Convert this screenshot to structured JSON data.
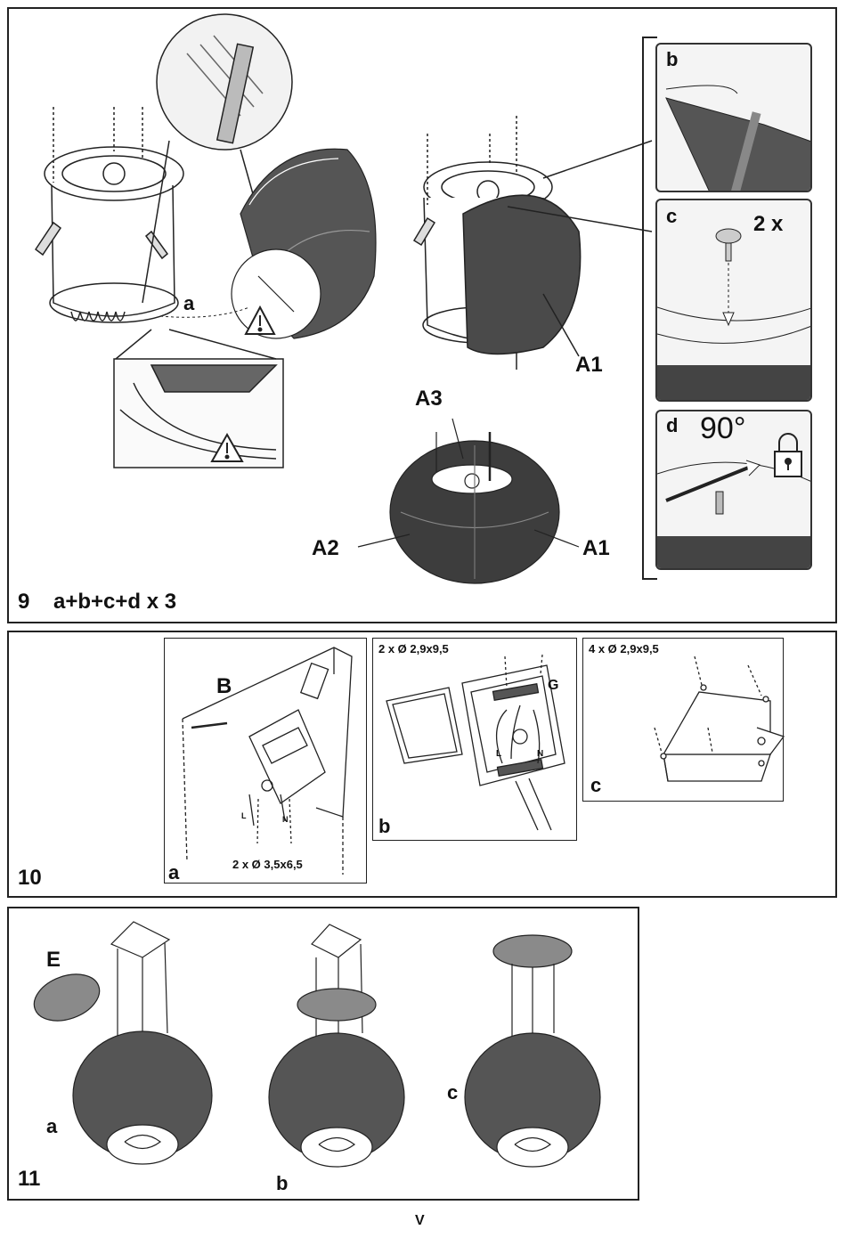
{
  "fig9": {
    "step_number": "9",
    "sequence": "a+b+c+d x 3",
    "label_a": "a",
    "label_b": "b",
    "label_c": "c",
    "label_d": "d",
    "count_c": "2 x",
    "angle_d": "90°",
    "A1_top": "A1",
    "A1_bottom": "A1",
    "A2": "A2",
    "A3": "A3",
    "warning_icon": "warning-triangle-icon",
    "lock_icon": "padlock-icon"
  },
  "fig10": {
    "step_number": "10",
    "panel_a": {
      "label": "a",
      "part": "B",
      "screws": "2 x Ø 3,5x6,5",
      "wire_L": "L",
      "wire_N": "N"
    },
    "panel_b": {
      "label": "b",
      "screws": "2 x Ø 2,9x9,5",
      "part": "G",
      "wire_L": "L",
      "wire_N": "N"
    },
    "panel_c": {
      "label": "c",
      "screws": "4 x Ø 2,9x9,5"
    }
  },
  "fig11": {
    "step_number": "11",
    "part_E": "E",
    "label_a": "a",
    "label_b": "b",
    "label_c": "c"
  },
  "page": {
    "number": "V"
  },
  "colors": {
    "line": "#222222",
    "cover": "#8a8a8a",
    "panel_bg": "#f4f4f4",
    "dark": "#555555"
  }
}
